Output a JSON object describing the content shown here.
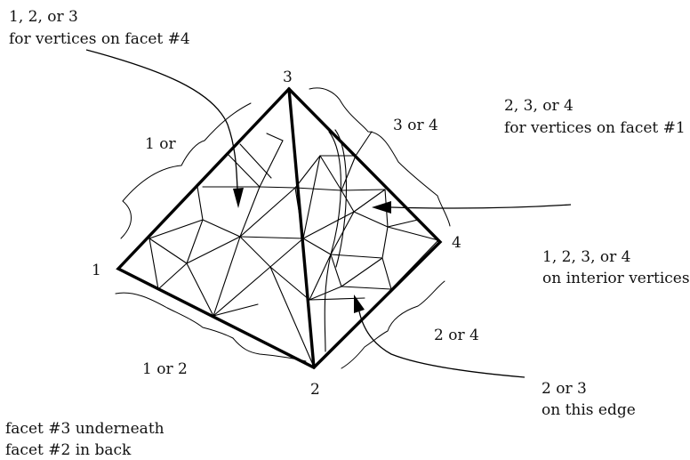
{
  "vertex_labels": {
    "v1": "1",
    "v2": "2",
    "v3": "3",
    "v4": "4"
  },
  "edge_labels": {
    "edge_1_3": "1 or",
    "edge_3_4": "3 or 4",
    "edge_1_2": "1 or 2",
    "edge_2_4": "2 or 4"
  },
  "annotations": {
    "facet4_line1": "1, 2, or 3",
    "facet4_line2": "for vertices on facet #4",
    "facet1_line1": "2, 3, or 4",
    "facet1_line2": "for vertices on facet #1",
    "interior_line1": "1, 2, 3, or 4",
    "interior_line2": "on interior vertices",
    "edge23_line1": "2 or 3",
    "edge23_line2": "on this edge",
    "underneath_line1": "facet #3 underneath",
    "underneath_line2": "facet #2 in back"
  }
}
